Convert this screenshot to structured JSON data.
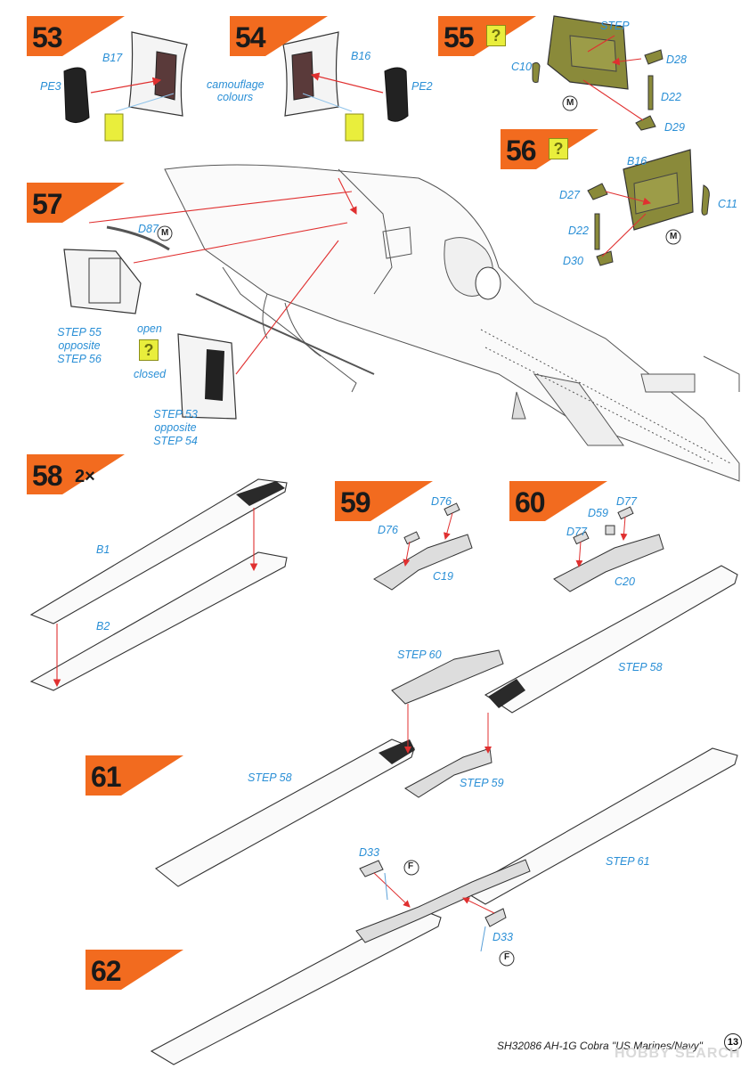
{
  "steps": {
    "s53": {
      "num": "53",
      "labels": {
        "b17": "B17",
        "pe3": "PE3",
        "camo1": "camouflage",
        "camo2": "colours"
      }
    },
    "s54": {
      "num": "54",
      "labels": {
        "b16": "B16",
        "pe2": "PE2"
      }
    },
    "s55": {
      "num": "55",
      "labels": {
        "step": "STEP",
        "c10": "C10",
        "d28": "D28",
        "d22": "D22",
        "d29": "D29"
      }
    },
    "s56": {
      "num": "56",
      "labels": {
        "b16": "B16",
        "d27": "D27",
        "c11": "C11",
        "d22": "D22",
        "d30": "D30"
      }
    },
    "s57": {
      "num": "57",
      "labels": {
        "d87": "D87",
        "step55": "STEP 55",
        "opposite1": "opposite",
        "step56": "STEP 56",
        "open": "open",
        "closed": "closed",
        "step53": "STEP 53",
        "opposite2": "opposite",
        "step54": "STEP 54"
      }
    },
    "s58": {
      "num": "58",
      "mult": "2×",
      "labels": {
        "b1": "B1",
        "b2": "B2"
      }
    },
    "s59": {
      "num": "59",
      "labels": {
        "d76a": "D76",
        "d76b": "D76",
        "c19": "C19"
      }
    },
    "s60": {
      "num": "60",
      "labels": {
        "d77a": "D77",
        "d59": "D59",
        "d77b": "D77",
        "c20": "C20",
        "step60": "STEP 60",
        "step58": "STEP 58"
      }
    },
    "s61": {
      "num": "61",
      "labels": {
        "step58": "STEP 58",
        "step59": "STEP 59"
      }
    },
    "s62": {
      "num": "62",
      "labels": {
        "d33a": "D33",
        "d33b": "D33",
        "step61": "STEP 61"
      }
    }
  },
  "symbols": {
    "question": "?",
    "paint_m": "M",
    "paint_f": "F"
  },
  "footer": {
    "text": "SH32086  AH-1G Cobra \"US Marines/Navy\"",
    "page": "13"
  },
  "watermark": "HOBBY SEARCH",
  "colors": {
    "badge": "#f26b1f",
    "label": "#2a8fd6",
    "arrow": "#e03030",
    "olive": "#8a8a3a",
    "question_bg": "#e9ee3c"
  }
}
